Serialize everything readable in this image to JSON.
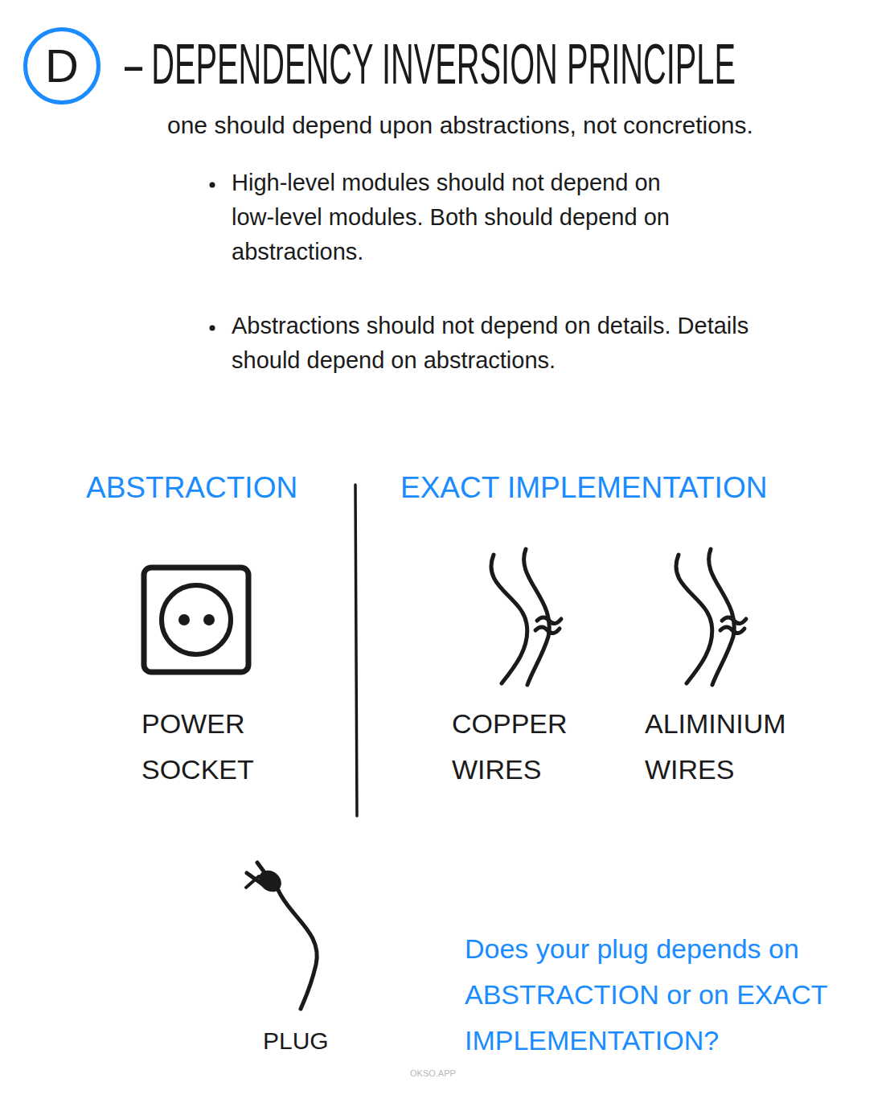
{
  "diagram": {
    "title": "– DEPENDENCY INVERSION PRINCIPLE",
    "nodes": [
      {
        "text": [
          "D"
        ]
      }
    ],
    "labels": [
      "one should depend upon abstractions, not concretions.",
      "High-level modules should not depend on low-level modules. Both should depend on abstractions.",
      "Abstractions should not depend on details. Details should depend on abstractions.",
      "ABSTRACTION",
      "EXACT IMPLEMENTATION",
      "POWER SOCKET",
      "COPPER WIRES",
      "ALIMINIUM WIRES",
      "PLUG",
      "Does your plug depends on ABSTRACTION or on EXACT IMPLEMENTATION?",
      "OKSO.APP"
    ]
  }
}
